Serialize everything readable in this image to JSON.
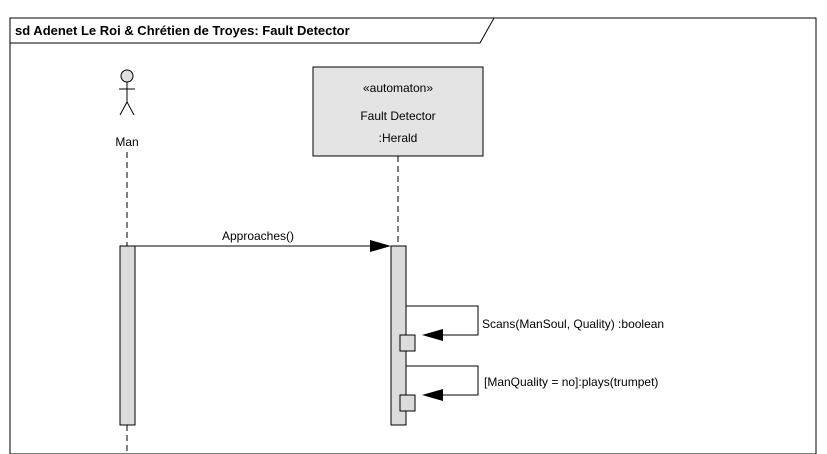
{
  "frame": {
    "title": "sd Adenet Le Roi & Chrétien de Troyes: Fault Detector"
  },
  "lifelines": {
    "man": {
      "name": "Man"
    },
    "fault_detector": {
      "stereotype": "«automaton»",
      "name": "Fault Detector",
      "type": ":Herald"
    }
  },
  "messages": [
    {
      "label": "Approaches()"
    },
    {
      "label": "Scans(ManSoul, Quality) :boolean"
    },
    {
      "label": "[ManQuality = no]:plays(trumpet)"
    }
  ],
  "colors": {
    "object_box_fill": "#e4e4e4",
    "activation_fill": "#dcdcdc",
    "line": "#000000",
    "background": "#ffffff"
  }
}
